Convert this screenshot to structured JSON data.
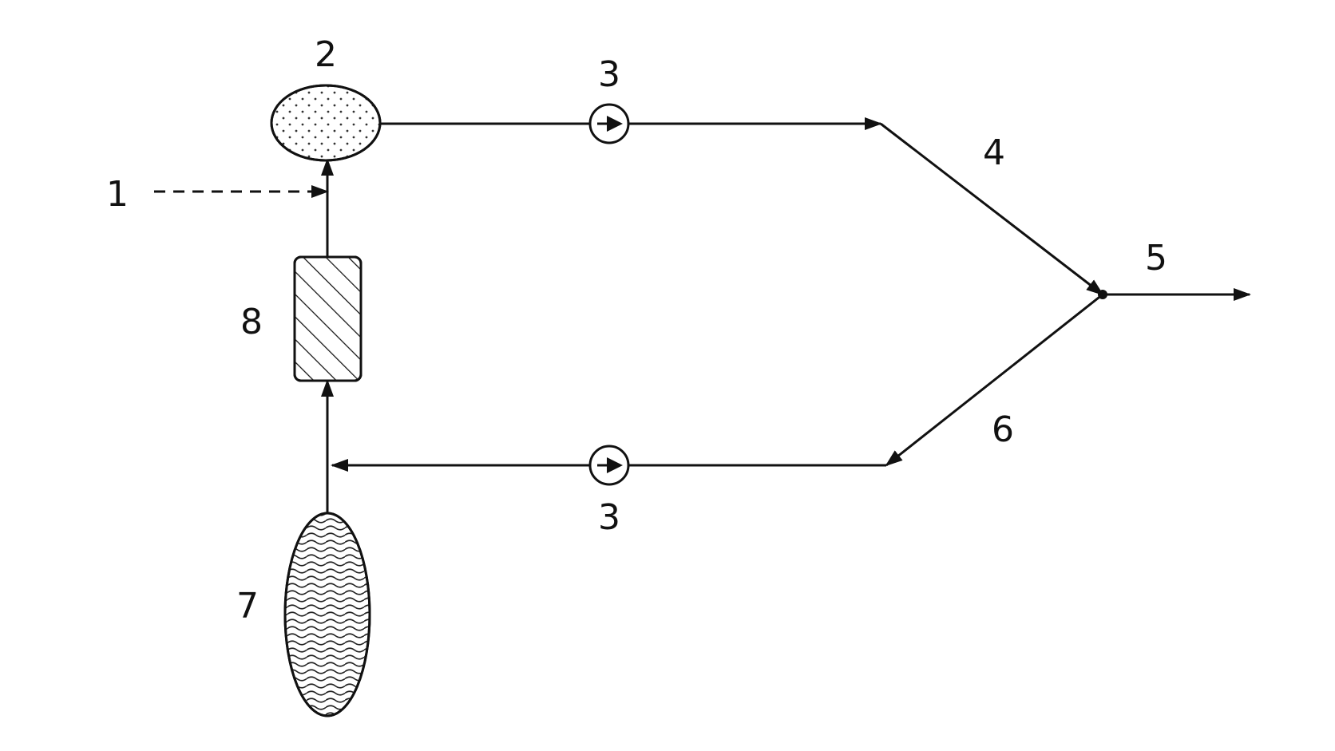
{
  "diagram": {
    "labels": {
      "n1": "1",
      "n2": "2",
      "n3_top": "3",
      "n3_bottom": "3",
      "n4": "4",
      "n5": "5",
      "n6": "6",
      "n7": "7",
      "n8": "8"
    },
    "colors": {
      "ink": "#111111",
      "background": "#ffffff"
    },
    "components": [
      {
        "id": "2",
        "shape": "ellipse",
        "fill": "dotted"
      },
      {
        "id": "3",
        "shape": "circle",
        "icon": "pump-icon"
      },
      {
        "id": "7",
        "shape": "ellipse",
        "fill": "wavy"
      },
      {
        "id": "8",
        "shape": "rounded-rect",
        "fill": "diagonal-hatch"
      }
    ]
  }
}
